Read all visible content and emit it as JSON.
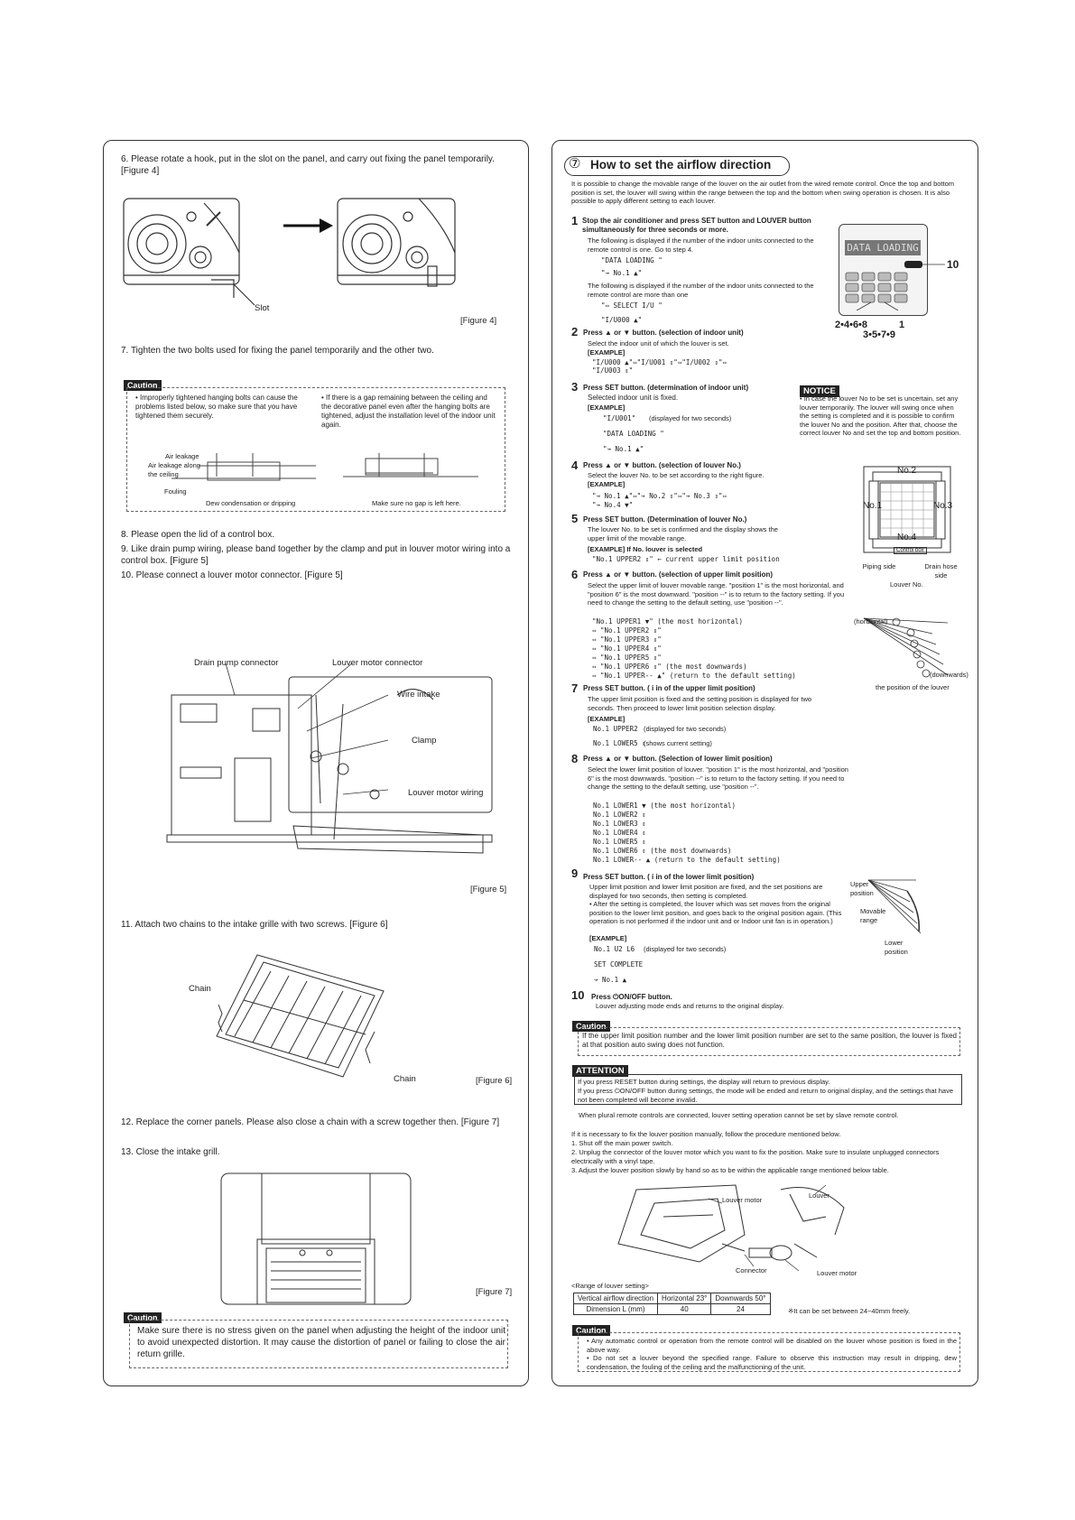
{
  "left": {
    "step6": "6.  Please rotate a hook, put in the slot on the panel, and carry out fixing the panel temporarily. [Figure 4]",
    "fig4_slot": "Slot",
    "fig4_caption": "[Figure 4]",
    "step7": "7.  Tighten the two bolts used for fixing the panel temporarily and the other two.",
    "caution1_label": "Caution",
    "caution1_a": "• Improperly tightened hanging bolts can cause the problems listed below, so make sure that you have tightened them securely.",
    "caution1_b": "• If there is a gap remaining between the ceiling and the decorative panel even after the hanging bolts are tightened, adjust the installation level of the indoor unit again.",
    "caution1_air_leakage": "Air leakage",
    "caution1_air_leakage_ceiling": "Air leakage along the ceiling",
    "caution1_fouling": "Fouling",
    "caution1_dew": "Dew condensation or dripping",
    "caution1_nogap": "Make sure no gap is left here.",
    "step8": "8.  Please open the lid of a control box.",
    "step9": "9.  Like drain pump wiring, please band together by the clamp and put in louver motor wiring into a control box. [Figure 5]",
    "step10": "10. Please connect a louver motor connector. [Figure 5]",
    "fig5_drain": "Drain pump connector",
    "fig5_louver_conn": "Louver motor connector",
    "fig5_wire_intake": "Wire intake",
    "fig5_clamp": "Clamp",
    "fig5_louver_wiring": "Louver motor wiring",
    "fig5_caption": "[Figure 5]",
    "step11": "11. Attach two chains to the intake grille with two screws. [Figure 6]",
    "fig6_chain1": "Chain",
    "fig6_chain2": "Chain",
    "fig6_caption": "[Figure 6]",
    "step12": "12. Replace the corner panels. Please also close a chain with a screw together then. [Figure 7]",
    "step13": "13. Close the intake grill.",
    "fig7_caption": "[Figure 7]",
    "caution2_label": "Caution",
    "caution2_text": "Make sure there is no stress given on the panel when adjusting the height of the indoor unit to avoid unexpected distortion. It may cause the distortion of panel or failing to close the air return grille."
  },
  "right": {
    "section_num": "⑦",
    "section_title": "How to set the airflow direction",
    "intro": "It is possible to change the movable range of the louver on the air outlet from the wired remote control. Once the top and bottom position is set, the louver will swing within the range between the top and the bottom when swing operation is chosen. It is also possible to apply different setting to each louver.",
    "s1_num": "1",
    "s1_title": "Stop the air conditioner and press      SET button and LOUVER      button simultaneously for three seconds or more.",
    "s1_a": "The following is displayed if the number of the indoor units connected to the remote control is one. Go to step 4.",
    "s1_lcd1": "\"DATA LOADING  \"",
    "s1_lcd2": "\"↝ No.1    ▲\"",
    "s1_b": "The following is displayed if the number of the indoor units connected to the remote control are more than one",
    "s1_lcd3": "\"⇔ SELECT I/U \"",
    "s1_lcd4": "\"I/U000     ▲\"",
    "remote_display": "DATA LOADING",
    "remote_callout_10": "10",
    "remote_callout_a": "2•4•6•8",
    "remote_callout_b": "1",
    "remote_callout_c": "3•5•7•9",
    "s2_num": "2",
    "s2_title": "Press ▲ or ▼ button. (selection of indoor unit)",
    "s2_a": "Select the indoor unit of which the louver is set.",
    "s2_example": "[EXAMPLE]",
    "s2_lcd1": "\"I/U000     ▲\"⇔\"I/U001     ⇕\"⇔\"I/U002     ⇕\"⇔",
    "s2_lcd2": "\"I/U003     ⇕\"",
    "s3_num": "3",
    "s3_title": "Press      SET button. (determination of indoor unit)",
    "s3_a": "Selected indoor unit is fixed.",
    "s3_example": "[EXAMPLE]",
    "s3_lcd1": "\"I/U001\"",
    "s3_note": "(displayed for two seconds)",
    "s3_lcd2": "\"DATA LOADING  \"",
    "s3_lcd3": "\"↝ No.1    ▲\"",
    "notice_label": "NOTICE",
    "notice_text": "• In case the louver No to be set is uncertain, set any louver temporarily. The louver will swing once when the setting is completed and it is possible to confirm the louver No and the position. After that, choose the correct louver No and set the top and bottom position.",
    "s4_num": "4",
    "s4_title": "Press ▲ or ▼ button. (selection of louver No.)",
    "s4_a": "Select the louver No. to be set according to the right figure.",
    "s4_example": "[EXAMPLE]",
    "s4_lcd1": "\"↝ No.1   ▲\"⇔\"↝ No.2   ⇕\"⇔\"↝ No.3   ⇕\"⇔",
    "s4_lcd2": "\"↝ No.4   ▼\"",
    "louver_no2": "No.2",
    "louver_no1": "No.1",
    "louver_no3": "No.3",
    "louver_no4": "No.4",
    "louver_control_box": "Control box",
    "louver_piping": "Piping side",
    "louver_drain": "Drain hose side",
    "louver_no_caption": "Louver No.",
    "s5_num": "5",
    "s5_title": "Press      SET button. (Determination of louver No.)",
    "s5_a": "The louver No. to be set is confirmed and the display shows the upper limit of the movable range.",
    "s5_example": "[EXAMPLE]  If No.  louver is selected",
    "s5_lcd": "\"No.1 UPPER2   ⇕\"   ← current upper limit position",
    "s6_num": "6",
    "s6_title": "Press ▲ or ▼ button. (selection of upper limit position)",
    "s6_a": "Select the upper limit of louver movable range. \"position 1\" is the most horizontal, and \"position 6\" is the most downward. \"position --\" is to return to the factory setting. If you need to change the setting to the default setting, use \"position --\".",
    "s6_lcd": [
      "\"No.1 UPPER1   ▼\"  (the most horizontal)",
      "⇔ \"No.1 UPPER2   ⇕\"",
      "⇔ \"No.1 UPPER3   ⇕\"",
      "⇔ \"No.1 UPPER4   ⇕\"",
      "⇔ \"No.1 UPPER5   ⇕\"",
      "⇔ \"No.1 UPPER6   ⇕\"  (the most downwards)",
      "⇔ \"No.1 UPPER--  ▲\"  (return to the default setting)"
    ],
    "pos_horizontal": "(horizontal)",
    "pos_downwards": "(downwards)",
    "pos_caption": "the position of the louver",
    "s7_num": "7",
    "s7_title": "Press      SET button. ( i in  of the upper limit position)",
    "s7_a": "The upper limit position is fixed and the setting position is displayed for two seconds. Then proceed to lower limit position selection display.",
    "s7_example": "[EXAMPLE]",
    "s7_lcd1": "No.1 UPPER2",
    "s7_note1": "(displayed for two seconds)",
    "s7_lcd2": "No.1 LOWER5   ⇕",
    "s7_note2": "(shows current setting)",
    "s8_num": "8",
    "s8_title": "Press ▲ or ▼ button. (Selection of lower limit position)",
    "s8_a": "Select the lower limit position of louver. \"position 1\" is the most horizontal, and \"position 6\" is the most downwards. \"position --\" is to return to the factory setting. If you need to change the setting to the default setting, use \"position --\".",
    "s8_lcd": [
      "No.1 LOWER1   ▼  (the most horizontal)",
      "No.1 LOWER2   ⇕",
      "No.1 LOWER3   ⇕",
      "No.1 LOWER4   ⇕",
      "No.1 LOWER5   ⇕",
      "No.1 LOWER6   ⇕  (the most downwards)",
      "No.1 LOWER--  ▲  (return to the default setting)"
    ],
    "s9_num": "9",
    "s9_title": "Press      SET button. ( i in  of the lower limit position)",
    "s9_a": "Upper limit position and lower limit position are fixed, and the set positions are displayed for two seconds, then setting is completed.",
    "s9_b": "• After the setting is completed, the louver which was set moves from the original position to the lower limit position, and goes back to the original position again. (This operation is not performed if the indoor unit and or Indoor unit fan is in operation.)",
    "s9_example": "[EXAMPLE]",
    "s9_lcd1": "No.1 U2 L6",
    "s9_note": "(displayed for two seconds)",
    "s9_lcd2": "SET COMPLETE",
    "s9_lcd3": "↝ No.1    ▲",
    "range_upper": "Upper position",
    "range_movable": "Movable range",
    "range_lower": "Lower position",
    "s10_num": "10",
    "s10_title": "Press ⏻ON/OFF button.",
    "s10_a": "Louver adjusting mode ends and returns to the original display.",
    "caution3_label": "Caution",
    "caution3_text": "If the upper limit position number and the lower limit position number are set to the same position, the louver is fixed at that position auto swing does not function.",
    "attention_label": "ATTENTION",
    "attention_a": "If you press      RESET button during settings, the display will return to previous display.",
    "attention_b": "If you press ⏻ON/OFF button during settings, the mode will be ended and return to original display, and the settings that have not been completed will become invalid.",
    "plural_note": "When plural remote controls are connected, louver setting operation cannot be set by slave remote control.",
    "manual_intro": "If it is necessary to fix the louver position manually, follow the procedure mentioned below.",
    "manual_1": "1. Shut off the main power switch.",
    "manual_2": "2. Unplug the connector of the louver motor which you want to fix the position. Make sure to insulate unplugged connectors electrically with a vinyl tape.",
    "manual_3": "3. Adjust the louver position slowly by hand so as to be within the applicable range mentioned below table.",
    "diag_louver_motor": "Louver motor",
    "diag_louver": "Louver",
    "diag_connector": "Connector",
    "diag_louver_motor2": "Louver motor",
    "range_title": "<Range of louver setting>",
    "range_table": [
      [
        "Vertical airflow direction",
        "Horizontal 23°",
        "Downwards 50°"
      ],
      [
        "Dimension L (mm)",
        "40",
        "24"
      ]
    ],
    "range_note": "※It can be set between 24~40mm freely.",
    "caution4_label": "Caution",
    "caution4_a": "• Any automatic control or operation from the remote control will be disabled on the louver whose position is fixed in the above way.",
    "caution4_b": "• Do not set a louver beyond the specified range. Failure to observe this instruction may result in dripping, dew condensation, the fouling of the ceiling and the malfunctioning of the unit."
  }
}
